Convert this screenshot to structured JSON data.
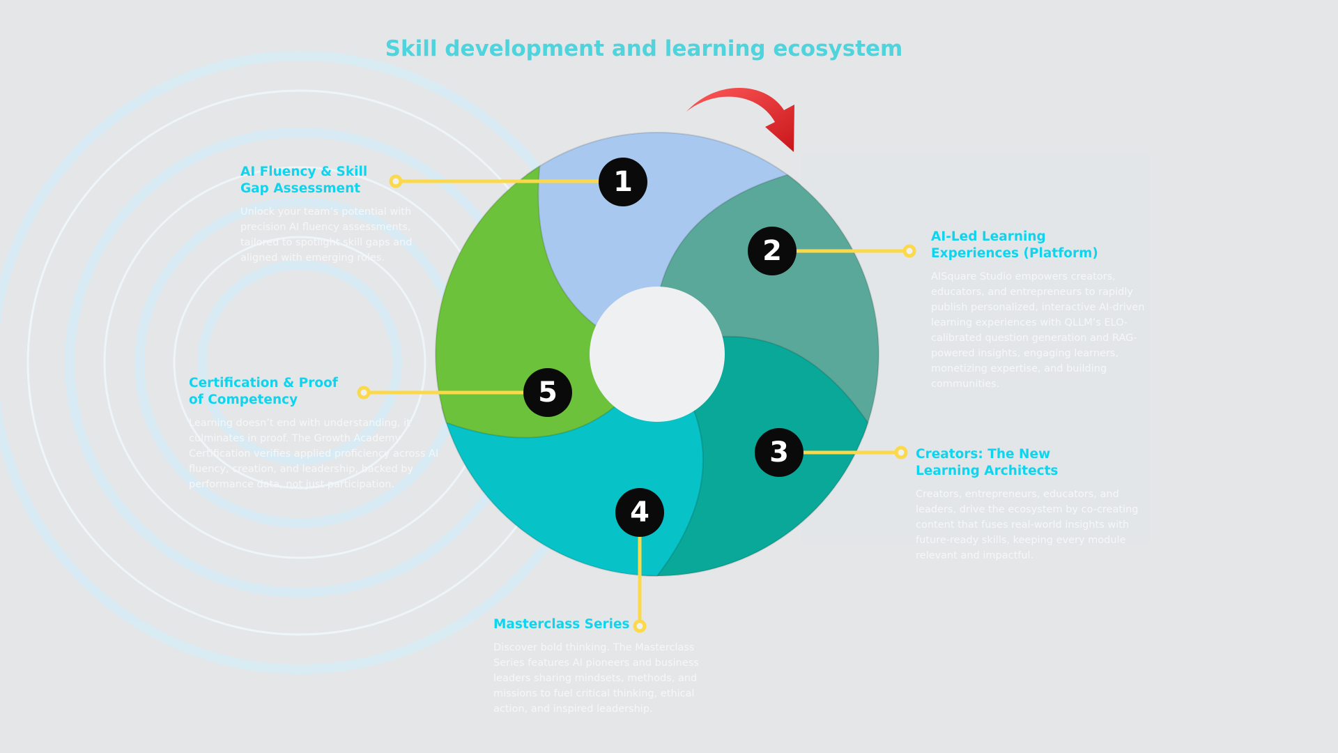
{
  "title": "Skill development and learning ecosystem",
  "colors": {
    "accent": "#10d4ee",
    "connector": "#fbd94a",
    "arrow": "#e8262a",
    "seg1": "#a9c8ef",
    "seg2": "#5aa899",
    "seg3": "#0aa898",
    "seg4": "#07c2c6",
    "seg5": "#6cc23a"
  },
  "steps": [
    {
      "number": "1",
      "heading": "AI Fluency & Skill Gap Assessment",
      "body": "Unlock your team’s potential with precision AI fluency assessments, tailored to spotlight skill gaps and aligned with emerging roles."
    },
    {
      "number": "2",
      "heading": "AI-Led Learning Experiences (Platform)",
      "body": "AISquare Studio empowers creators, educators, and entrepreneurs to rapidly publish personalized, interactive AI-driven learning experiences with QLLM’s ELO-calibrated question generation and RAG-powered insights, engaging learners, monetizing expertise, and building communities."
    },
    {
      "number": "3",
      "heading": "Creators: The New Learning Architects",
      "body": "Creators, entrepreneurs, educators, and leaders, drive the ecosystem by co-creating content that fuses real-world insights with future-ready skills, keeping every module relevant and impactful."
    },
    {
      "number": "4",
      "heading": "Masterclass Series",
      "body": "Discover bold thinking. The Masterclass Series features AI pioneers and business leaders sharing mindsets, methods, and missions to fuel critical thinking, ethical action, and inspired leadership."
    },
    {
      "number": "5",
      "heading": "Certification & Proof of Competency",
      "body": "Learning doesn’t end with understanding, it culminates in proof. The Growth Academy Certification verifies applied proficiency across AI fluency, creation, and leadership, backed by performance data, not just participation."
    }
  ]
}
